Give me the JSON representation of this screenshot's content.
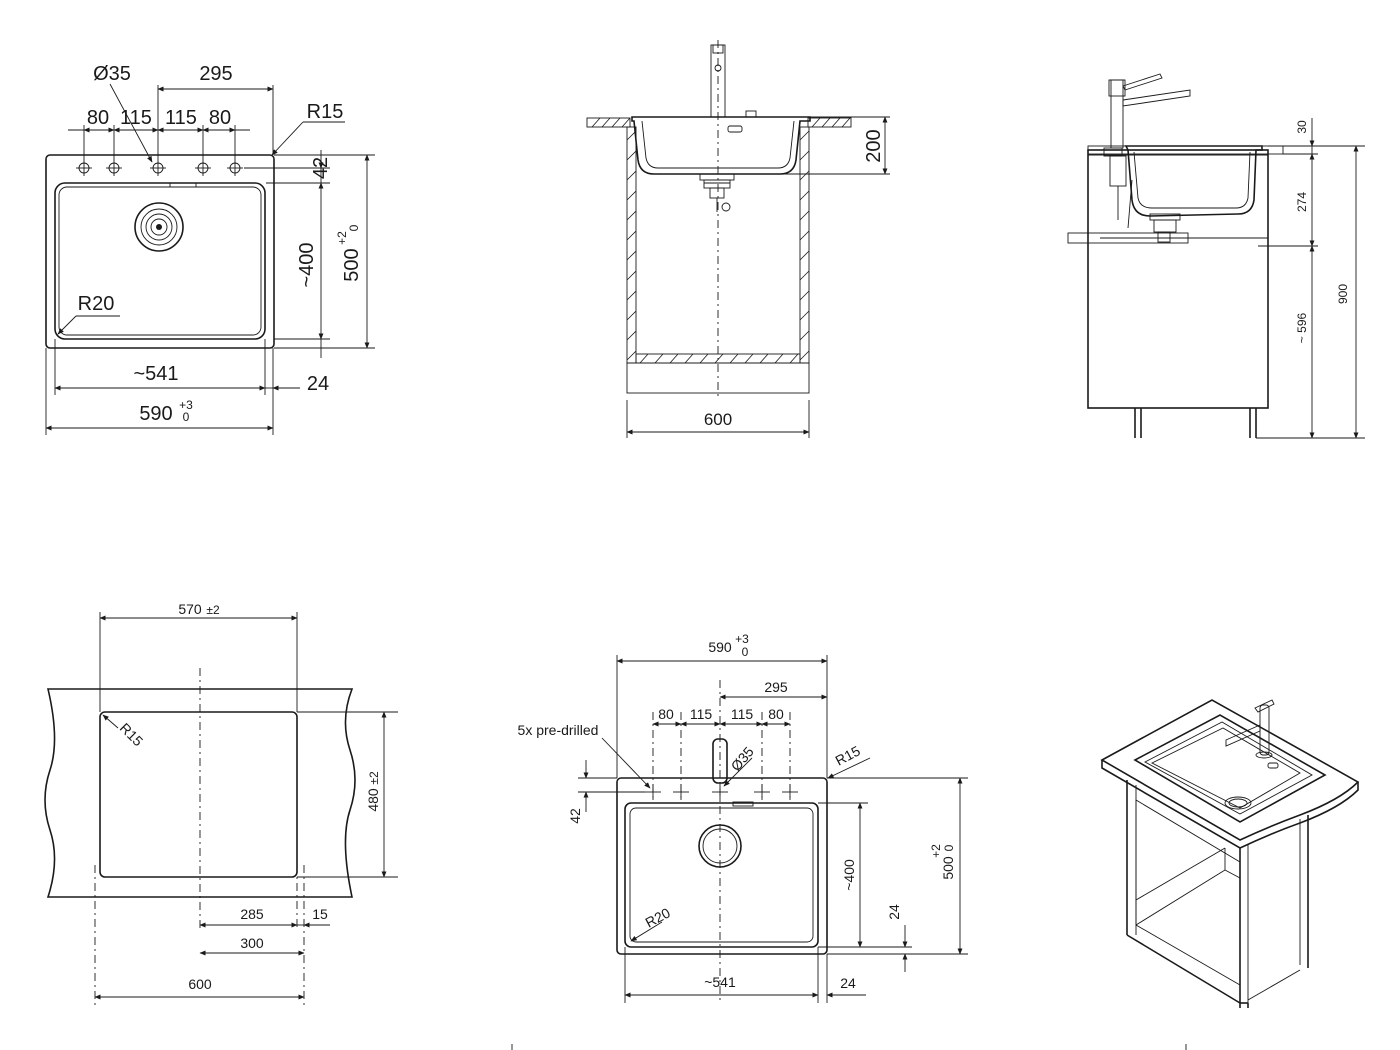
{
  "top_view": {
    "hole_dia": "Ø35",
    "dim_295": "295",
    "dim_80a": "80",
    "dim_115a": "115",
    "dim_115b": "115",
    "dim_80b": "80",
    "radius_outer": "R15",
    "radius_inner": "R20",
    "dim_42": "42",
    "dim_400": "~400",
    "dim_500": "500",
    "tol_500_upper": "+2",
    "tol_500_lower": "0",
    "dim_541": "~541",
    "dim_24": "24",
    "dim_590": "590",
    "tol_590_upper": "+3",
    "tol_590_lower": "0"
  },
  "front_view": {
    "dim_200": "200",
    "dim_600": "600"
  },
  "side_view": {
    "dim_30": "30",
    "dim_274": "274",
    "dim_596": "~ 596",
    "dim_900": "900"
  },
  "cutout_view": {
    "dim_570": "570",
    "tol_570": "±2",
    "radius": "R15",
    "dim_480": "480",
    "tol_480": "±2",
    "dim_285": "285",
    "dim_15": "15",
    "dim_300": "300",
    "dim_600": "600"
  },
  "detail_view": {
    "dim_590": "590",
    "tol_590_upper": "+3",
    "tol_590_lower": "0",
    "dim_295": "295",
    "dim_80a": "80",
    "dim_115a": "115",
    "dim_115b": "115",
    "dim_80b": "80",
    "predrilled_note": "5x pre-drilled",
    "hole_dia": "Ø35",
    "radius_outer": "R15",
    "dim_42": "42",
    "dim_400": "~400",
    "dim_500": "500",
    "tol_500_upper": "+2",
    "tol_500_lower": "0",
    "radius_inner": "R20",
    "dim_24_right": "24",
    "dim_541": "~541",
    "dim_24_bottom": "24"
  }
}
